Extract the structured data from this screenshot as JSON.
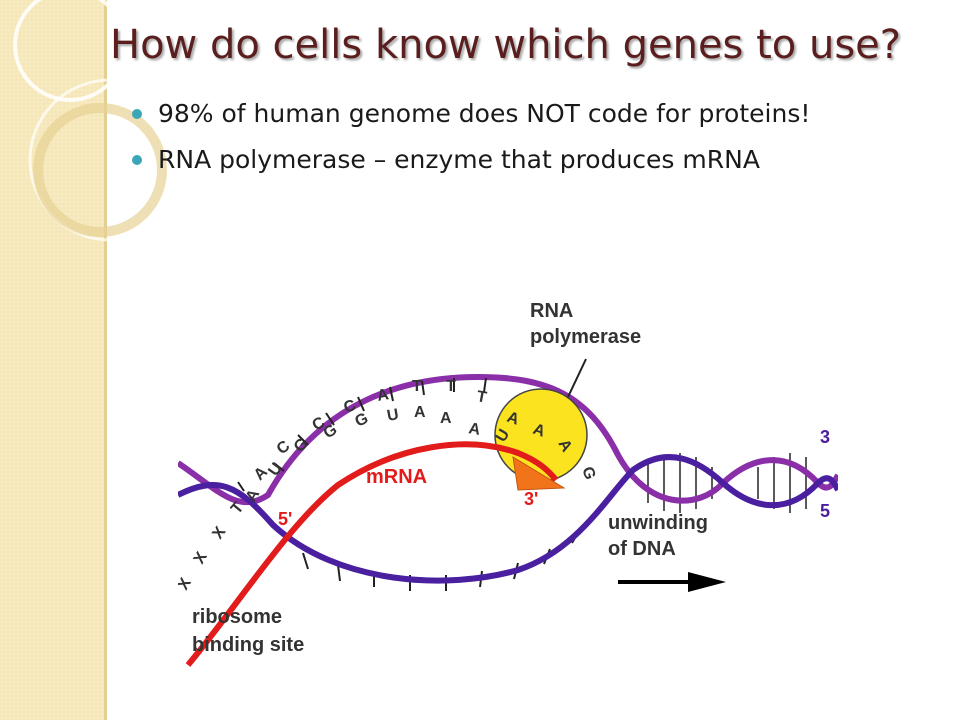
{
  "slide": {
    "title": "How do cells know which genes to use?",
    "bullets": [
      "98% of human genome does NOT code for proteins!",
      "RNA polymerase – enzyme that produces mRNA"
    ]
  },
  "diagram": {
    "labels": {
      "rna_polymerase_line1": "RNA",
      "rna_polymerase_line2": "polymerase",
      "mrna": "mRNA",
      "five_prime": "5'",
      "three_prime": "3'",
      "unwinding_line1": "unwinding",
      "unwinding_line2": "of DNA",
      "ribosome_line1": "ribosome",
      "ribosome_line2": "binding site",
      "strand_end_top": "3",
      "strand_end_bottom": "5"
    },
    "template_bases": [
      "X",
      "X",
      "X",
      "T",
      "A",
      "C",
      "C",
      "C",
      "A",
      "T",
      "T",
      "T"
    ],
    "mrna_bases": [
      "A",
      "U",
      "G",
      "G",
      "G",
      "U",
      "A",
      "A",
      "A",
      "A",
      "U",
      "A",
      "A",
      "G"
    ],
    "colors": {
      "template_strand": "#8a2fa8",
      "coding_strand": "#4a1fa0",
      "mrna": "#e21b1b",
      "polymerase": "#fbe31f",
      "arrowhead": "#f2741a",
      "title": "#5a1e1e",
      "bullet": "#3aa6b7",
      "sidebar": "#f6e7b8"
    }
  }
}
